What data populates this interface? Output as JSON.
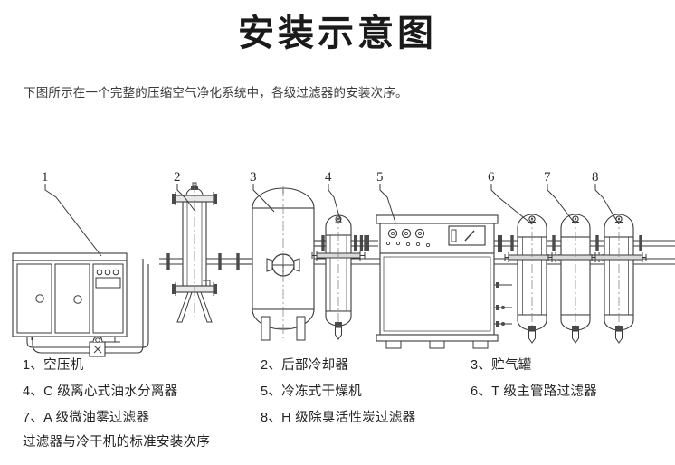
{
  "header": {
    "title": "安装示意图",
    "subtitle": "下图所示在一个完整的压缩空气净化系统中，各级过滤器的安装次序。"
  },
  "legend": {
    "rows": [
      [
        {
          "num": "1",
          "text": "1、空压机"
        },
        {
          "num": "2",
          "text": "2、后部冷却器"
        },
        {
          "num": "3",
          "text": "3、贮气罐"
        }
      ],
      [
        {
          "num": "4",
          "text": "4、C 级离心式油水分离器"
        },
        {
          "num": "5",
          "text": "5、冷冻式干燥机"
        },
        {
          "num": "6",
          "text": "6、T 级主管路过滤器"
        }
      ],
      [
        {
          "num": "7",
          "text": "7、A 级微油雾过滤器"
        },
        {
          "num": "8",
          "text": "8、H 级除臭活性炭过滤器"
        },
        {
          "num": "",
          "text": ""
        }
      ]
    ],
    "note": "过滤器与冷干机的标准安装次序"
  },
  "diagram": {
    "callouts": [
      {
        "id": "1",
        "label": "1"
      },
      {
        "id": "2",
        "label": "2"
      },
      {
        "id": "3",
        "label": "3"
      },
      {
        "id": "4",
        "label": "4"
      },
      {
        "id": "5",
        "label": "5"
      },
      {
        "id": "6",
        "label": "6"
      },
      {
        "id": "7",
        "label": "7"
      },
      {
        "id": "8",
        "label": "8"
      }
    ],
    "components": {
      "compressor": "空压机",
      "aftercooler": "后部冷却器",
      "receiver": "贮气罐",
      "separator": "C 级离心式油水分离器",
      "dryer": "冷冻式干燥机",
      "filter_t": "T 级主管路过滤器",
      "filter_a": "A 级微油雾过滤器",
      "filter_h": "H 级除臭活性炭过滤器"
    },
    "colors": {
      "line": "#3a3a3a",
      "fill": "#ffffff",
      "hatch": "#555555",
      "text": "#2b2b2b"
    }
  }
}
